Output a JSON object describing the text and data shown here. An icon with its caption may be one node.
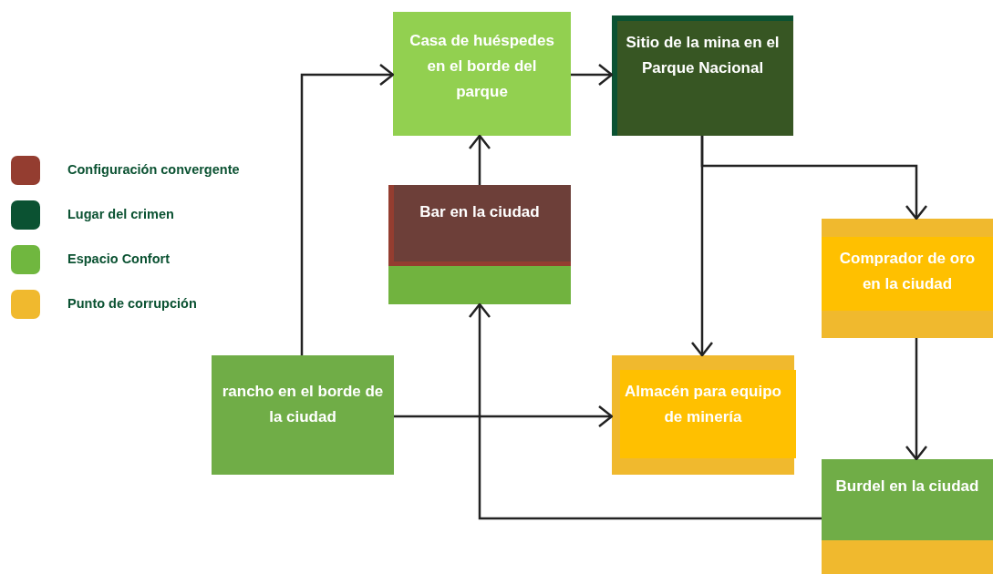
{
  "diagram": {
    "nodes": [
      {
        "text": [
          "Casa de huéspedes en el borde del parque"
        ]
      },
      {
        "text": [
          "Sitio de la mina en el Parque Nacional"
        ]
      },
      {
        "text": [
          "Bar en la ciudad"
        ]
      },
      {
        "text": [
          "Comprador de oro en la ciudad"
        ]
      },
      {
        "text": [
          "rancho en el borde de la ciudad"
        ]
      },
      {
        "text": [
          "Almacén para equipo de minería"
        ]
      },
      {
        "text": [
          "Burdel en la ciudad"
        ]
      }
    ],
    "edges": [
      {
        "from": 4,
        "to": 0,
        "arrow": "to"
      },
      {
        "from": 0,
        "to": 1,
        "arrow": "to"
      },
      {
        "from": 2,
        "to": 0,
        "arrow": "to"
      },
      {
        "from": 1,
        "to": 5,
        "arrow": "to"
      },
      {
        "from": 1,
        "to": 3,
        "arrow": "to"
      },
      {
        "from": 4,
        "to": 5,
        "arrow": "to"
      },
      {
        "from": 3,
        "to": 6,
        "arrow": "to"
      },
      {
        "from": 6,
        "to": 2,
        "arrow": "to"
      }
    ],
    "legend": [
      {
        "text": "Configuración convergente",
        "color": "#943d30"
      },
      {
        "text": "Lugar del crimen",
        "color": "#0b5232"
      },
      {
        "text": "Espacio Confort",
        "color": "#70b73f"
      },
      {
        "text": "Punto de corrupción",
        "color": "#f0b92e"
      }
    ]
  }
}
